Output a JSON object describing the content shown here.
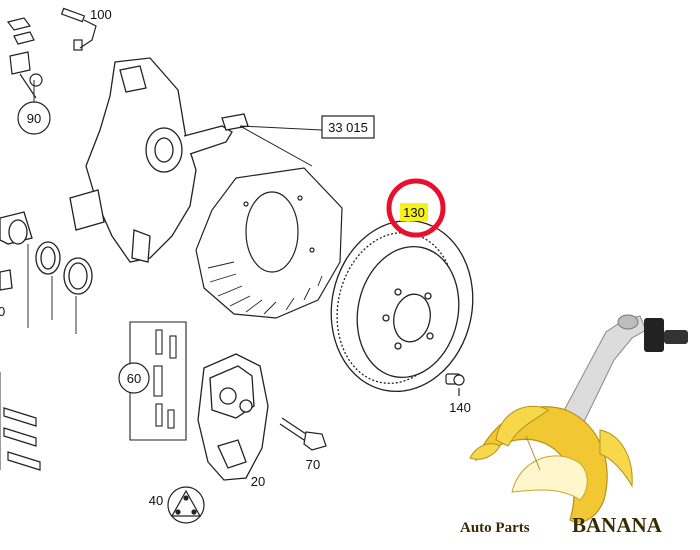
{
  "callouts": {
    "c100": "100",
    "c90": "90",
    "c33015": "33 015",
    "c130": "130",
    "c60": "60",
    "c140": "140",
    "c70": "70",
    "c40": "40",
    "c20": "20",
    "c0": "0"
  },
  "highlight_color": "#e8102a",
  "label_highlight_color": "#f7f11a",
  "watermark": {
    "prefix": "Auto Parts",
    "name": "BANANA"
  },
  "icons": [
    "banana-logo-icon"
  ]
}
